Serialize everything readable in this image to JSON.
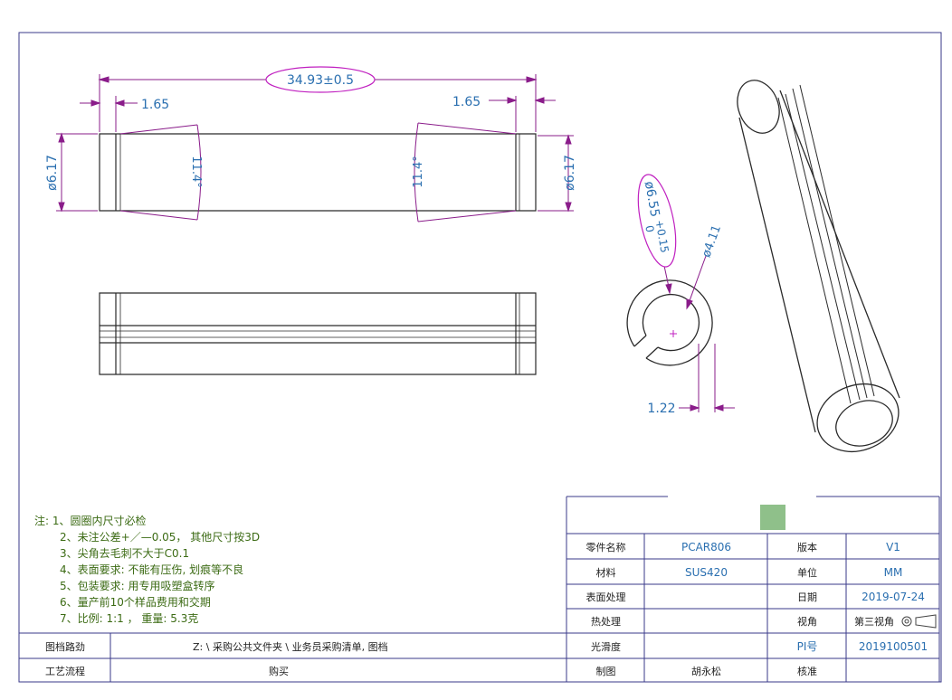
{
  "dimensions": {
    "overall_length": "34.93±0.5",
    "chamfer_left": "1.65",
    "chamfer_right": "1.65",
    "dia_left": "ø6.17",
    "dia_right": "ø6.17",
    "angle_left": "11.4°",
    "angle_right": "11.4°",
    "outer_dia_main": "ø6.55",
    "outer_dia_tol_upper": "+0.15",
    "outer_dia_tol_lower": "0",
    "inner_dia": "ø4.11",
    "slot_width": "1.22"
  },
  "notes": [
    "注: 1、圆圈内尺寸必检",
    "2、未注公差+／—0.05，  其他尺寸按3D",
    "3、尖角去毛刺不大于C0.1",
    "4、表面要求: 不能有压伤, 划痕等不良",
    "5、包装要求: 用专用吸塑盒转序",
    "6、量产前10个样品费用和交期",
    "7、比例: 1:1    ，  重量: 5.3克"
  ],
  "routing": {
    "archive_label": "图档路劲",
    "archive_value": "Z: \\ 采购公共文件夹 \\ 业务员采购清单, 图档",
    "process_label": "工艺流程",
    "process_value": "购买"
  },
  "title_block": {
    "rows": [
      {
        "label": "零件名称",
        "value": "PCAR806",
        "label2": "版本",
        "value2": "V1"
      },
      {
        "label": "材料",
        "value": "SUS420",
        "label2": "单位",
        "value2": "MM"
      },
      {
        "label": "表面处理",
        "value": "",
        "label2": "日期",
        "value2": "2019-07-24"
      },
      {
        "label": "热处理",
        "value": "",
        "label2": "视角",
        "value2": "第三视角"
      },
      {
        "label": "光滑度",
        "value": "",
        "label2": "PI号",
        "value2": "2019100501"
      },
      {
        "label": "制图",
        "value": "胡永松",
        "label2": "核准",
        "value2": ""
      }
    ]
  },
  "colors": {
    "dimension": "#2a6fb0",
    "highlight": "#c020c0",
    "dim_line": "#8a1c8a",
    "note_text": "#3c6b14",
    "outline": "#2a2a2a",
    "logo_box": "#8fc08a"
  }
}
